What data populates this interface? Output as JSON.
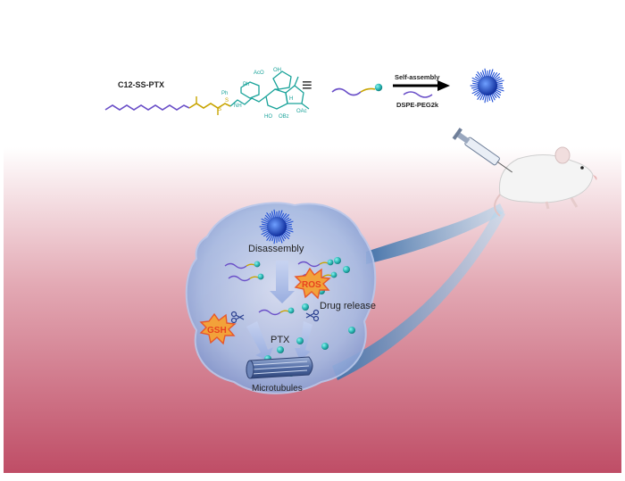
{
  "labels": {
    "prodrug": "C12-SS-PTX",
    "equiv": "≡",
    "self_assembly": "Self-assembly",
    "dspe": "DSPE-PEG2k",
    "disassembly": "Disassembly",
    "ros": "ROS",
    "gsh": "GSH",
    "drug_release": "Drug release",
    "ptx": "PTX",
    "microtubules": "Microtubules"
  },
  "chem_text": {
    "aco": "AcO",
    "oh1": "OH",
    "ph1": "Ph",
    "nh": "NH",
    "ph2": "Ph",
    "ho": "HO",
    "obz": "OBz",
    "oac": "OAc",
    "h": "H"
  },
  "colors": {
    "background_top": "#ffffff",
    "background_bottom": "#c1546b",
    "alkyl_chain": "#6a4fc8",
    "linker": "#c8a400",
    "ptx_core": "#1aa39a",
    "ptx_bead": "#27b4b1",
    "nanoparticle": "#1f4fd6",
    "cell": "#8ea8d8",
    "burst": "#e8562a"
  }
}
